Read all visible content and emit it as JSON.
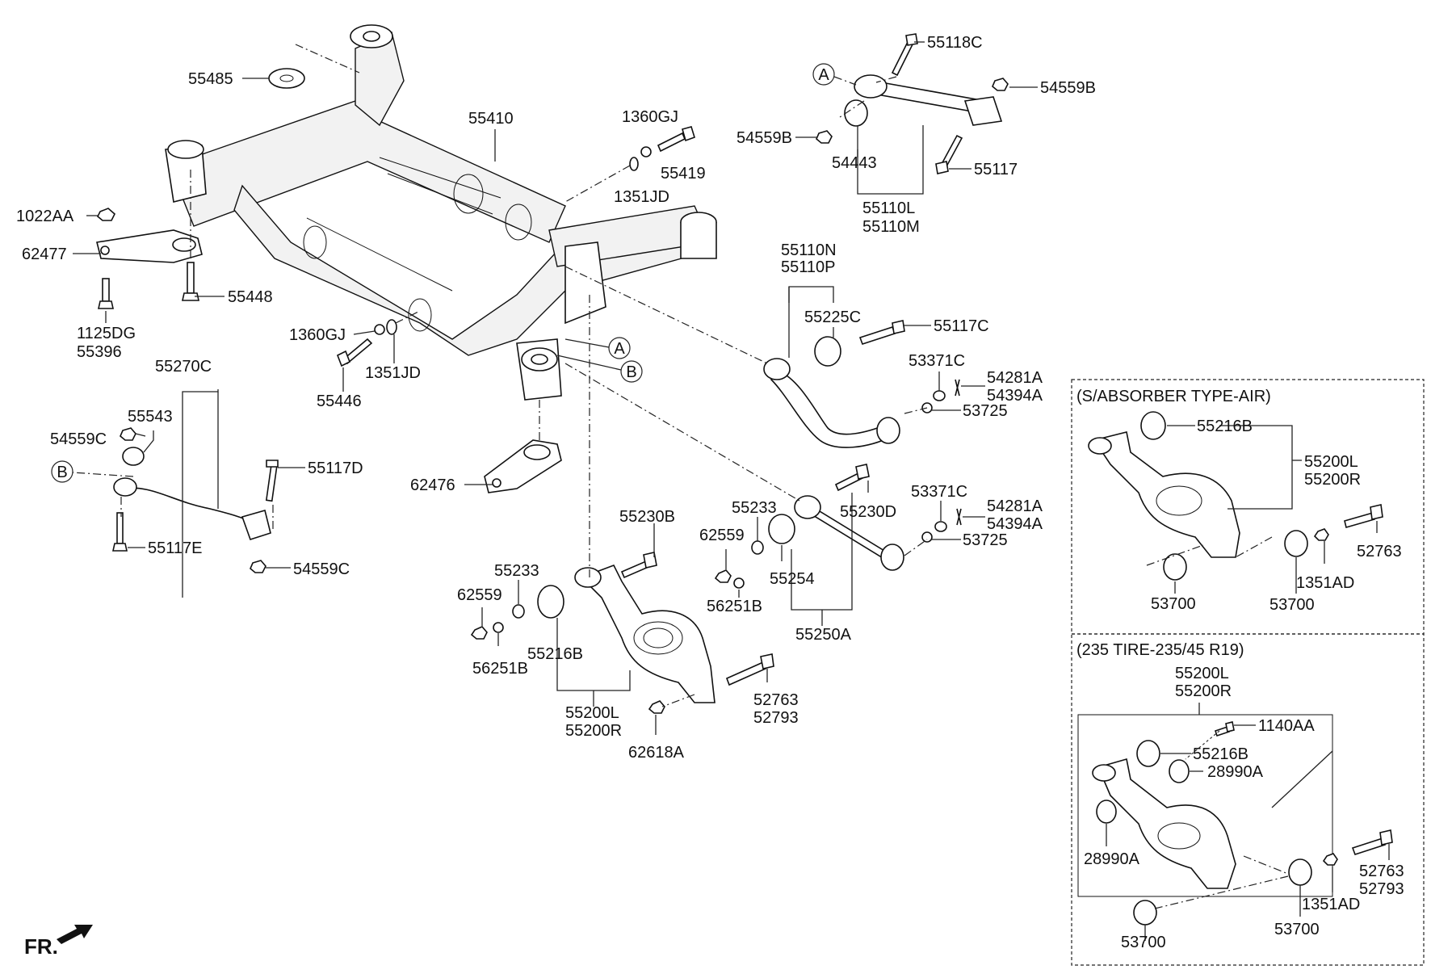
{
  "labels": {
    "l55485": "55485",
    "l55410": "55410",
    "l1360gj_a": "1360GJ",
    "l55419": "55419",
    "l1351jd_a": "1351JD",
    "l1022aa": "1022AA",
    "l62477": "62477",
    "l55448": "55448",
    "l1125dg": "1125DG",
    "l55396": "55396",
    "l1360gj_b": "1360GJ",
    "l1351jd_b": "1351JD",
    "l55446": "55446",
    "l55270c": "55270C",
    "l55543": "55543",
    "l54559c_a": "54559C",
    "l55117d": "55117D",
    "l55117e": "55117E",
    "l54559c_b": "54559C",
    "l62476": "62476",
    "l55118c": "55118C",
    "l54559b_a": "54559B",
    "l54559b_b": "54559B",
    "l54443": "54443",
    "l55117": "55117",
    "l55110l": "55110L",
    "l55110m": "55110M",
    "l55110n": "55110N",
    "l55110p": "55110P",
    "l55225c": "55225C",
    "l55117c": "55117C",
    "l53371c_a": "53371C",
    "l54281a_a": "54281A",
    "l54394a_a": "54394A",
    "l53725_a": "53725",
    "l55230d": "55230D",
    "l53371c_b": "53371C",
    "l54281a_b": "54281A",
    "l54394a_b": "54394A",
    "l53725_b": "53725",
    "l55233_a": "55233",
    "l62559_a": "62559",
    "l55254": "55254",
    "l56251b_a": "56251B",
    "l55250a": "55250A",
    "l55230b": "55230B",
    "l55233_b": "55233",
    "l62559_b": "62559",
    "l56251b_b": "56251B",
    "l55216b_a": "55216B",
    "l55200l_a": "55200L",
    "l55200r_a": "55200R",
    "l62618a": "62618A",
    "l52763_a": "52763",
    "l52793_a": "52793",
    "box1_title": "(S/ABSORBER TYPE-AIR)",
    "l55216b_b": "55216B",
    "l55200l_b": "55200L",
    "l55200r_b": "55200R",
    "l52763_b": "52763",
    "l53700_a": "53700",
    "l53700_b": "53700",
    "l1351ad_a": "1351AD",
    "box2_title": "(235 TIRE-235/45 R19)",
    "l55200l_c": "55200L",
    "l55200r_c": "55200R",
    "l1140aa": "1140AA",
    "l55216b_c": "55216B",
    "l28990a_a": "28990A",
    "l28990a_b": "28990A",
    "l52763_c": "52763",
    "l52793_c": "52793",
    "l1351ad_b": "1351AD",
    "l53700_c": "53700",
    "l53700_d": "53700",
    "ref_a": "A",
    "ref_a2": "A",
    "ref_b": "B",
    "ref_b2": "B",
    "fr": "FR."
  }
}
